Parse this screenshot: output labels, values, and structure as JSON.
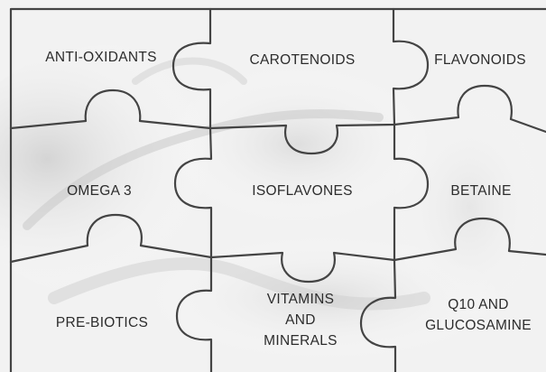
{
  "puzzle": {
    "pieces": [
      {
        "lines": [
          "ANTI-OXIDANTS"
        ]
      },
      {
        "lines": [
          "CAROTENOIDS"
        ]
      },
      {
        "lines": [
          "FLAVONOIDS"
        ]
      },
      {
        "lines": [
          "OMEGA 3"
        ]
      },
      {
        "lines": [
          "ISOFLAVONES"
        ]
      },
      {
        "lines": [
          "BETAINE"
        ]
      },
      {
        "lines": [
          "PRE-BIOTICS"
        ]
      },
      {
        "lines": [
          "VITAMINS",
          "AND",
          "MINERALS"
        ]
      },
      {
        "lines": [
          "Q10 AND",
          "GLUCOSAMINE"
        ]
      }
    ]
  }
}
